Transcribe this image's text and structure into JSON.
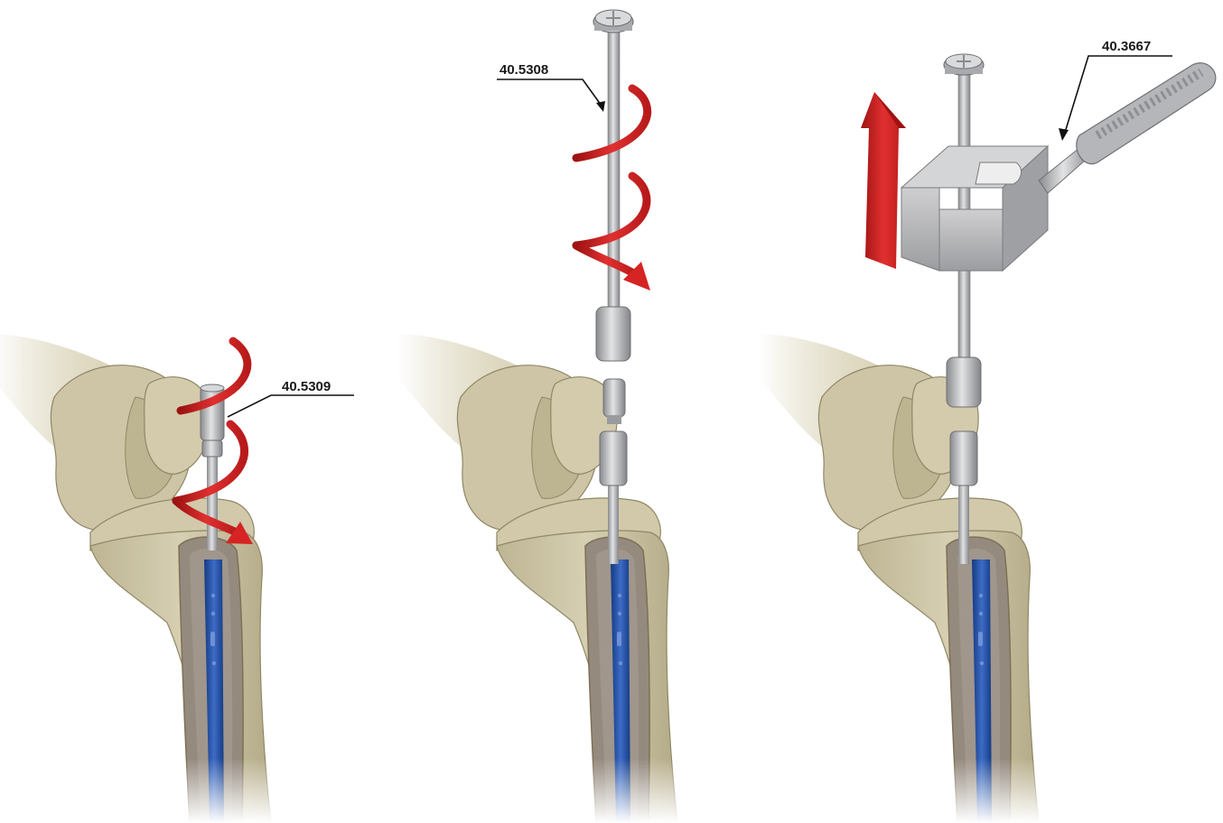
{
  "panels": [
    {
      "callout": "40.5309",
      "instrument": "screwdriver",
      "motion": "rotate-clockwise"
    },
    {
      "callout": "40.5308",
      "instrument": "extraction-rod",
      "motion": "rotate-clockwise"
    },
    {
      "callout": "40.3667",
      "instrument": "slotted-hammer",
      "motion": "pull-up"
    }
  ],
  "colors": {
    "bone": "#cfc7a8",
    "bone_shadow": "#a39a78",
    "marrow": "#8f857c",
    "nail": "#1f4aa0",
    "metal": "#b8b9bb",
    "metal_dark": "#7a7b7e",
    "arrow": "#d62424",
    "arrow_dark": "#9e1212"
  },
  "icons": [
    "rotation-arrow-icon",
    "pull-up-arrow-icon"
  ]
}
